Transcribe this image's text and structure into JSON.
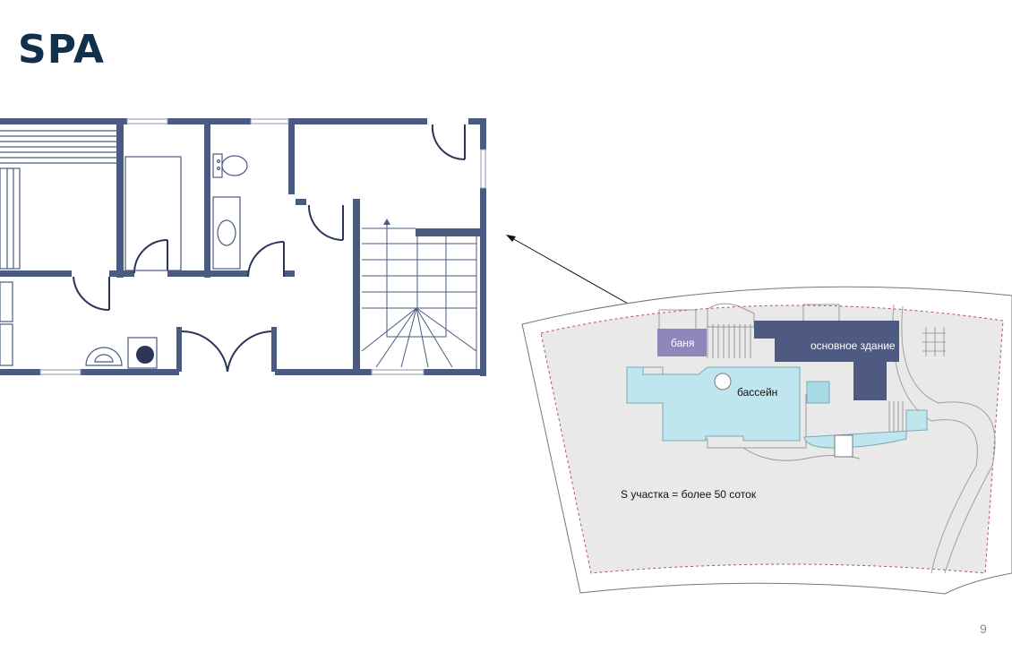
{
  "slide": {
    "title": "SPA",
    "page_number": "9"
  },
  "site_plan": {
    "labels": {
      "sauna": "баня",
      "main_building": "основное здание",
      "pool": "бассейн",
      "area_note": "S участка = более 50 соток"
    },
    "colors": {
      "walls": "#4a5a80",
      "main_building": "#4f5a82",
      "sauna": "#8f86bb",
      "pool": "#bfe6ef",
      "site": "#e9e9e9"
    }
  }
}
